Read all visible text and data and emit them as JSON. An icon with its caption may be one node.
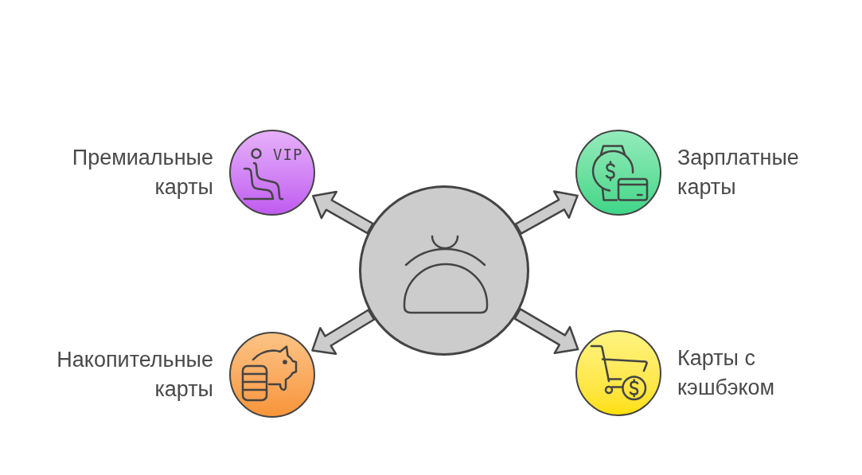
{
  "diagram": {
    "nodes": [
      {
        "text": [],
        "shape": "circle"
      },
      {
        "text": [],
        "shape": "circle",
        "beside": [
          "Премиальные карты"
        ]
      },
      {
        "text": [],
        "shape": "circle",
        "beside": [
          "Зарплатные карты"
        ]
      },
      {
        "text": [],
        "shape": "circle",
        "beside": [
          "Накопительные карты"
        ]
      },
      {
        "text": [],
        "shape": "circle",
        "beside": [
          "Карты с кэшбэком"
        ]
      }
    ],
    "edges": [
      {
        "from": 0,
        "to": 1,
        "arrow": "to"
      },
      {
        "from": 0,
        "to": 2,
        "arrow": "to"
      },
      {
        "from": 0,
        "to": 3,
        "arrow": "to"
      },
      {
        "from": 0,
        "to": 4,
        "arrow": "to"
      }
    ],
    "labels": [
      "VIP"
    ]
  }
}
